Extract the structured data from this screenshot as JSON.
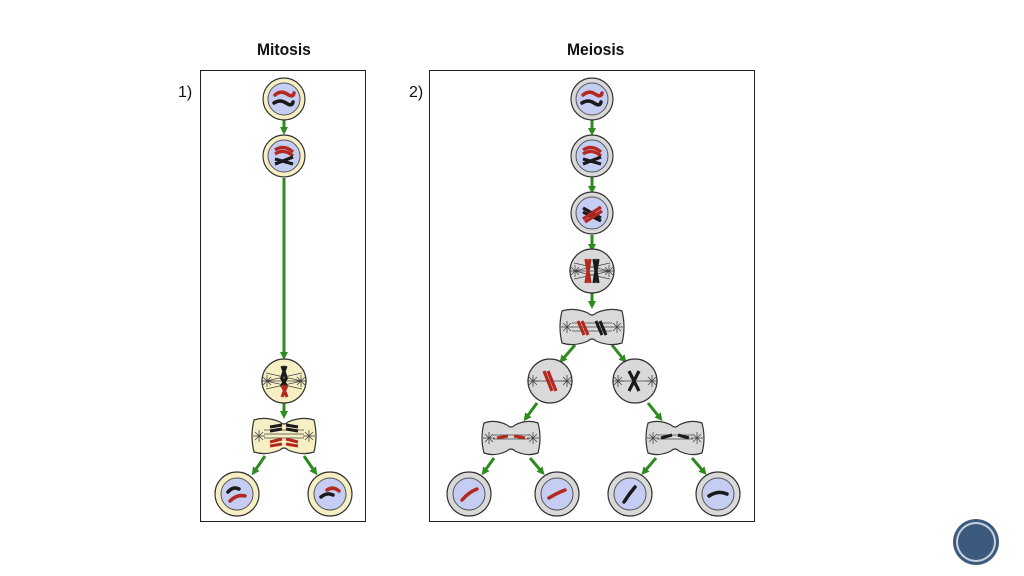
{
  "mitosis": {
    "title": "Mitosis",
    "number": "1)"
  },
  "meiosis": {
    "title": "Meiosis",
    "number": "2)"
  },
  "colors": {
    "arrow": "#2e8b1f",
    "mitosis_cell_fill": "#f6efc4",
    "meiosis_cell_fill": "#d9d9d9",
    "nucleus_fill": "#c5cdf2",
    "chromosome_red": "#b4281e",
    "chromosome_black": "#1a1a1a",
    "badge": "#3c5a7d"
  }
}
